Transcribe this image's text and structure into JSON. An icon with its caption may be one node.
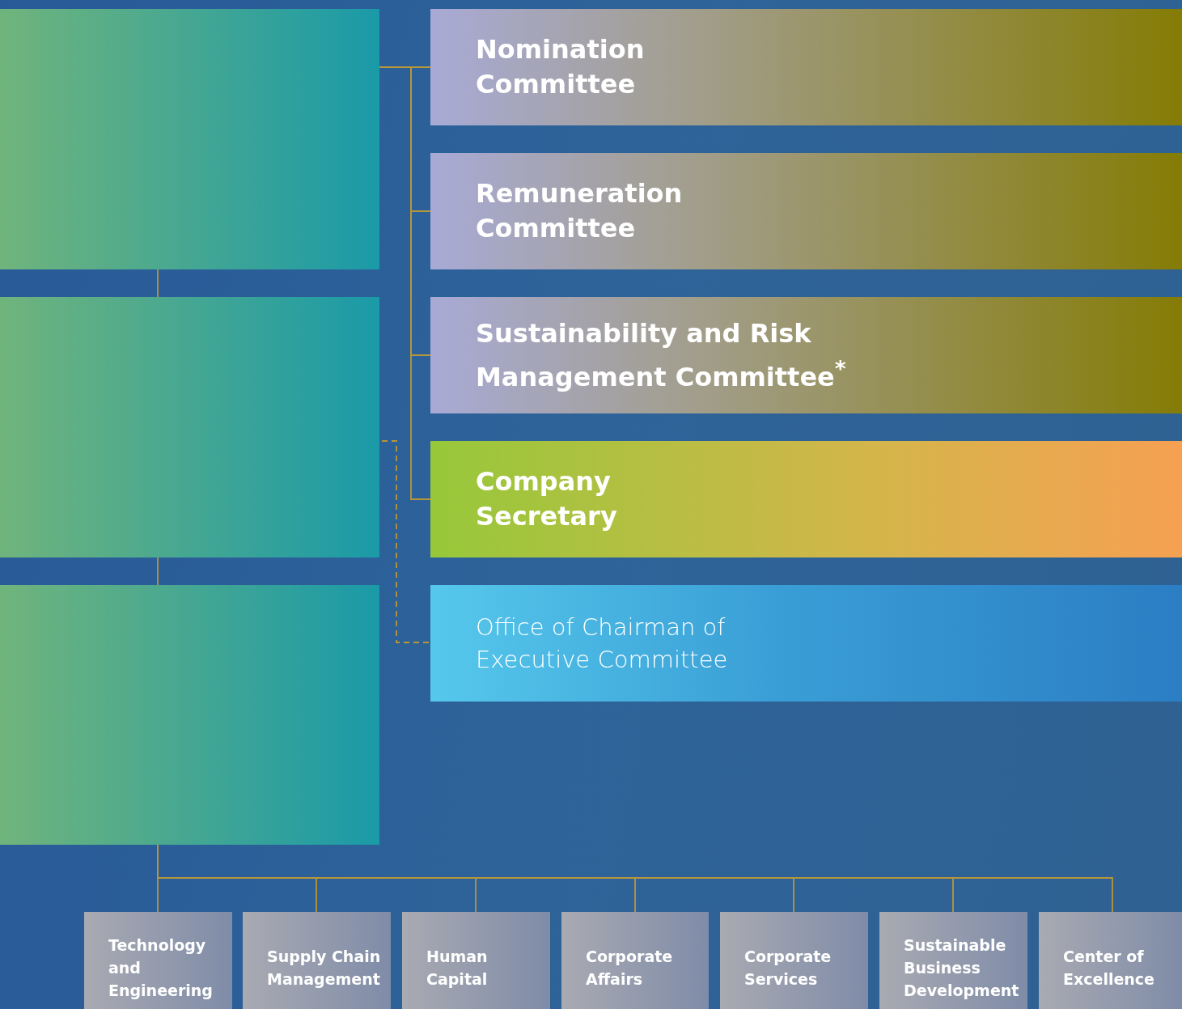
{
  "diagram": {
    "nodes": [
      {
        "text": [],
        "shape": "box"
      },
      {
        "text": [],
        "shape": "box"
      },
      {
        "text": [],
        "shape": "box"
      },
      {
        "text": [
          "Nomination Committee"
        ]
      },
      {
        "text": [
          "Remuneration Committee"
        ]
      },
      {
        "text": [
          "Sustainability and Risk Management Committee$^{*}$"
        ]
      },
      {
        "text": [
          "Company Secretary"
        ]
      },
      {
        "text": [
          "Office of Chairman of Executive Committee"
        ]
      },
      {
        "text": [
          "Technology and Engineering"
        ]
      },
      {
        "text": [
          "Supply Chain Management"
        ]
      },
      {
        "text": [
          "Human Capital"
        ]
      },
      {
        "text": [
          "Corporate Affairs"
        ]
      },
      {
        "text": [
          "Corporate Services"
        ]
      },
      {
        "text": [
          "Sustainable Business Development"
        ]
      },
      {
        "text": [
          "Center of Excellence"
        ]
      }
    ],
    "edges": [
      {
        "from": 0,
        "to": 1,
        "arrow": "none"
      },
      {
        "from": 1,
        "to": 2,
        "arrow": "none"
      },
      {
        "from": 0,
        "to": 3,
        "arrow": "none"
      },
      {
        "from": 0,
        "to": 4,
        "arrow": "none"
      },
      {
        "from": 0,
        "to": 5,
        "arrow": "none"
      },
      {
        "from": 0,
        "to": 6,
        "arrow": "none"
      },
      {
        "from": 1,
        "to": 7,
        "arrow": "none",
        "style": "dashed"
      },
      {
        "from": 2,
        "to": 8,
        "arrow": "none"
      },
      {
        "from": 2,
        "to": 9,
        "arrow": "none"
      },
      {
        "from": 2,
        "to": 10,
        "arrow": "none"
      },
      {
        "from": 2,
        "to": 11,
        "arrow": "none"
      },
      {
        "from": 2,
        "to": 12,
        "arrow": "none"
      },
      {
        "from": 2,
        "to": 13,
        "arrow": "none"
      },
      {
        "from": 2,
        "to": 14,
        "arrow": "none"
      }
    ]
  }
}
